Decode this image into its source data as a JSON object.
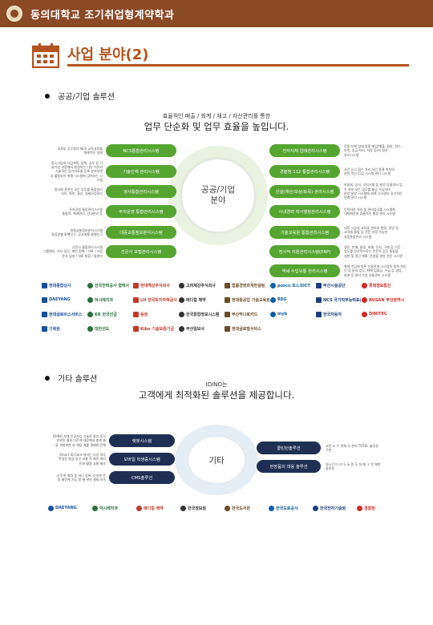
{
  "header": {
    "title": "동의대학교 조기취업형계약학과"
  },
  "section": {
    "title": "사업 분야(2)"
  },
  "public": {
    "heading": "공공/기업 솔루션",
    "intro_small": "효율적인 매출 / 회계 / 재고 / 자산관리를 통한",
    "intro_big": "업무 단순화 및 업무 효율을 높입니다.",
    "center_line1": "공공/기업",
    "center_line2": "분야",
    "left_items": [
      {
        "label": "NCS통합관리시스템",
        "desc": [
          "교육부 공무원의 NCS 교육과정을",
          "체계적인 설계"
        ]
      },
      {
        "label": "기술인재 관리시스템",
        "desc": [
          "중소기업의 사업계획, 정책, 공모 등 기",
          "술기업 과정에서 발생하는 다양 이슈와",
          "기술혁신 증가자료를 등록 방지하면",
          "서 활용되어 위해 시스템에 입력하는 시",
          "스템"
        ]
      },
      {
        "label": "정사통합관리시스템",
        "desc": [
          "정사에 관련된 모든 업무를 통합관리",
          "되어, 화면, 결산, 경제사업관리"
        ]
      },
      {
        "label": "주차운영 통합관리시스템",
        "desc": [
          "주차공원 통합관리시스템",
          "통합적, 체계관리, 안내관리 등"
        ]
      },
      {
        "label": "대중교통정보분석시스템",
        "desc": [
          "대중교통정보분석시스템",
          "정류장별 통행인구, 공사계통 통행인구"
        ]
      },
      {
        "label": "선문사 포털관리시스템",
        "desc": [
          "선문사 통합관리시스템",
          "그룹웨어, 지사 업무, 메인 정책 / 기록 / 기업",
          "문서 임대 / 대외 통합 / 통관리"
        ]
      }
    ],
    "right_items": [
      {
        "label": "전자지체 업태관리시스템",
        "desc": [
          "전원 자체 업태 업종 매입(매출, 원료, 원수,",
          "보관, 입금 처리, 저장 등)의 정산",
          "관리시스템"
        ]
      },
      {
        "label": "경찰청 112 통합관리시스템",
        "desc": [
          "사건 신고 접수 처리 사건 종결 까지의",
          "관련 적인 112 시스템 관리 시스템"
        ]
      },
      {
        "label": "건설(재산/보상/토목) 관리시스템",
        "desc": [
          "마을회, 상가, 오피스텔 등 분양 당첨부터 입",
          "주 까지 모든 업무를 제공 가능하며",
          "분양 분양 시스템에 회계 시스템이 유기적인",
          "연계 관리 시스템"
        ]
      },
      {
        "label": "사내경력 학사행정관리시스템",
        "desc": [
          "인적자원 육성 및 관리업무를 시스템화",
          "내재화하여 효율적인 행정 관리 시스템"
        ]
      },
      {
        "label": "기술교육원 통합관리시스템",
        "desc": [
          "대학 시공의 교육을 관리와 행정, 경영 및",
          "교육에 통합 등 전문 과정 가능한",
          "지정통합관리 시스템"
        ]
      },
      {
        "label": "전사적 자원관리시스템(ERP)",
        "desc": [
          "생산, 판매, 물류, 회계, 인사, 구매 등 기간",
          "업무를 전사적으로는 전문적 업무 통합을",
          "실현 및 원간 계획, 운영을 위한 전문 시스템"
        ]
      },
      {
        "label": "역세 수입유통 관리시스템",
        "desc": [
          "화제 수입에 따른 신용관계 시스템의 절차 처리",
          "인 등 분야 업무, 화폐 입출금, 수급 등 영업,",
          "회계 등 관리 수입 유통관리 시스템"
        ]
      }
    ],
    "logos": [
      "현대종합상사",
      "한국전력공사 협력사",
      "현대해상주식회사",
      "고려제강주식회사",
      "법률경영회계컨설팅",
      "posco 포스코ICT",
      "부산시설공단",
      "롯데정보통신",
      "DAEYANG",
      "덕시례지과",
      "LH 한국토지주택공사",
      "메디컬 제약",
      "현대중공업 기술교육원",
      "REG",
      "NCS 국가직무능력표준",
      "BUSAN 부산광역시",
      "현대글로비스서비스",
      "KR 한국선급",
      "동원",
      "한국통합정보시스템",
      "부산하나로카드",
      "myb",
      "한국자동차",
      "DINITEC",
      "기획원",
      "대한선도",
      "Kibo 기술보증기금",
      "부산일보사",
      "현대글로벌서비스"
    ]
  },
  "other": {
    "heading": "기타 솔루션",
    "intro_small": "IDINO는",
    "intro_big": "고객에게 최적화된 솔루션을 제공합니다.",
    "center": "기타",
    "left_items": [
      {
        "label": "랫봇시스템",
        "desc": [
          "IDINO 자체 인공지능 기술로 말자 동작",
          "연관된 결과 다르게 대응해서 총계 통",
          "을 개발위한 분 해당 계를 결제한 진행"
        ]
      },
      {
        "label": "모바일 학생증시스템",
        "desc": [
          "Smart ID Card 에서는 다양 마무",
          "학생증 발급 부산 보충 차 페이 여러",
          "인쇄 활용 교통 제조"
        ]
      },
      {
        "label": "CMS솔루션",
        "desc": [
          "고객 현 뢰대 동 하나 등록, 다양한 문",
          "정 메인에 기능 원 별 관리 결제 지속"
        ]
      }
    ],
    "right_items": [
      {
        "label": "클린턴솔루션",
        "desc": [
          "고민 오 우 관제 석 관리 TOTAL 솔루션",
          "구현"
        ]
      },
      {
        "label": "현장품의 대응 솔루션",
        "desc": [
          "실시간 다 리 도 & 원 도 저 매 구 문 재판",
          "솔루션"
        ]
      }
    ],
    "logos": [
      "DAEYANG",
      "덕시례지과",
      "메디컬 제약",
      "한국정보원",
      "한국도서관",
      "한국도로공사",
      "한국전자기술원",
      "경찰청"
    ]
  },
  "colors": {
    "header_bg": "#8a4a26",
    "accent": "#b4531f",
    "public_pill": "#55a530",
    "other_pill": "#1f2f54"
  }
}
